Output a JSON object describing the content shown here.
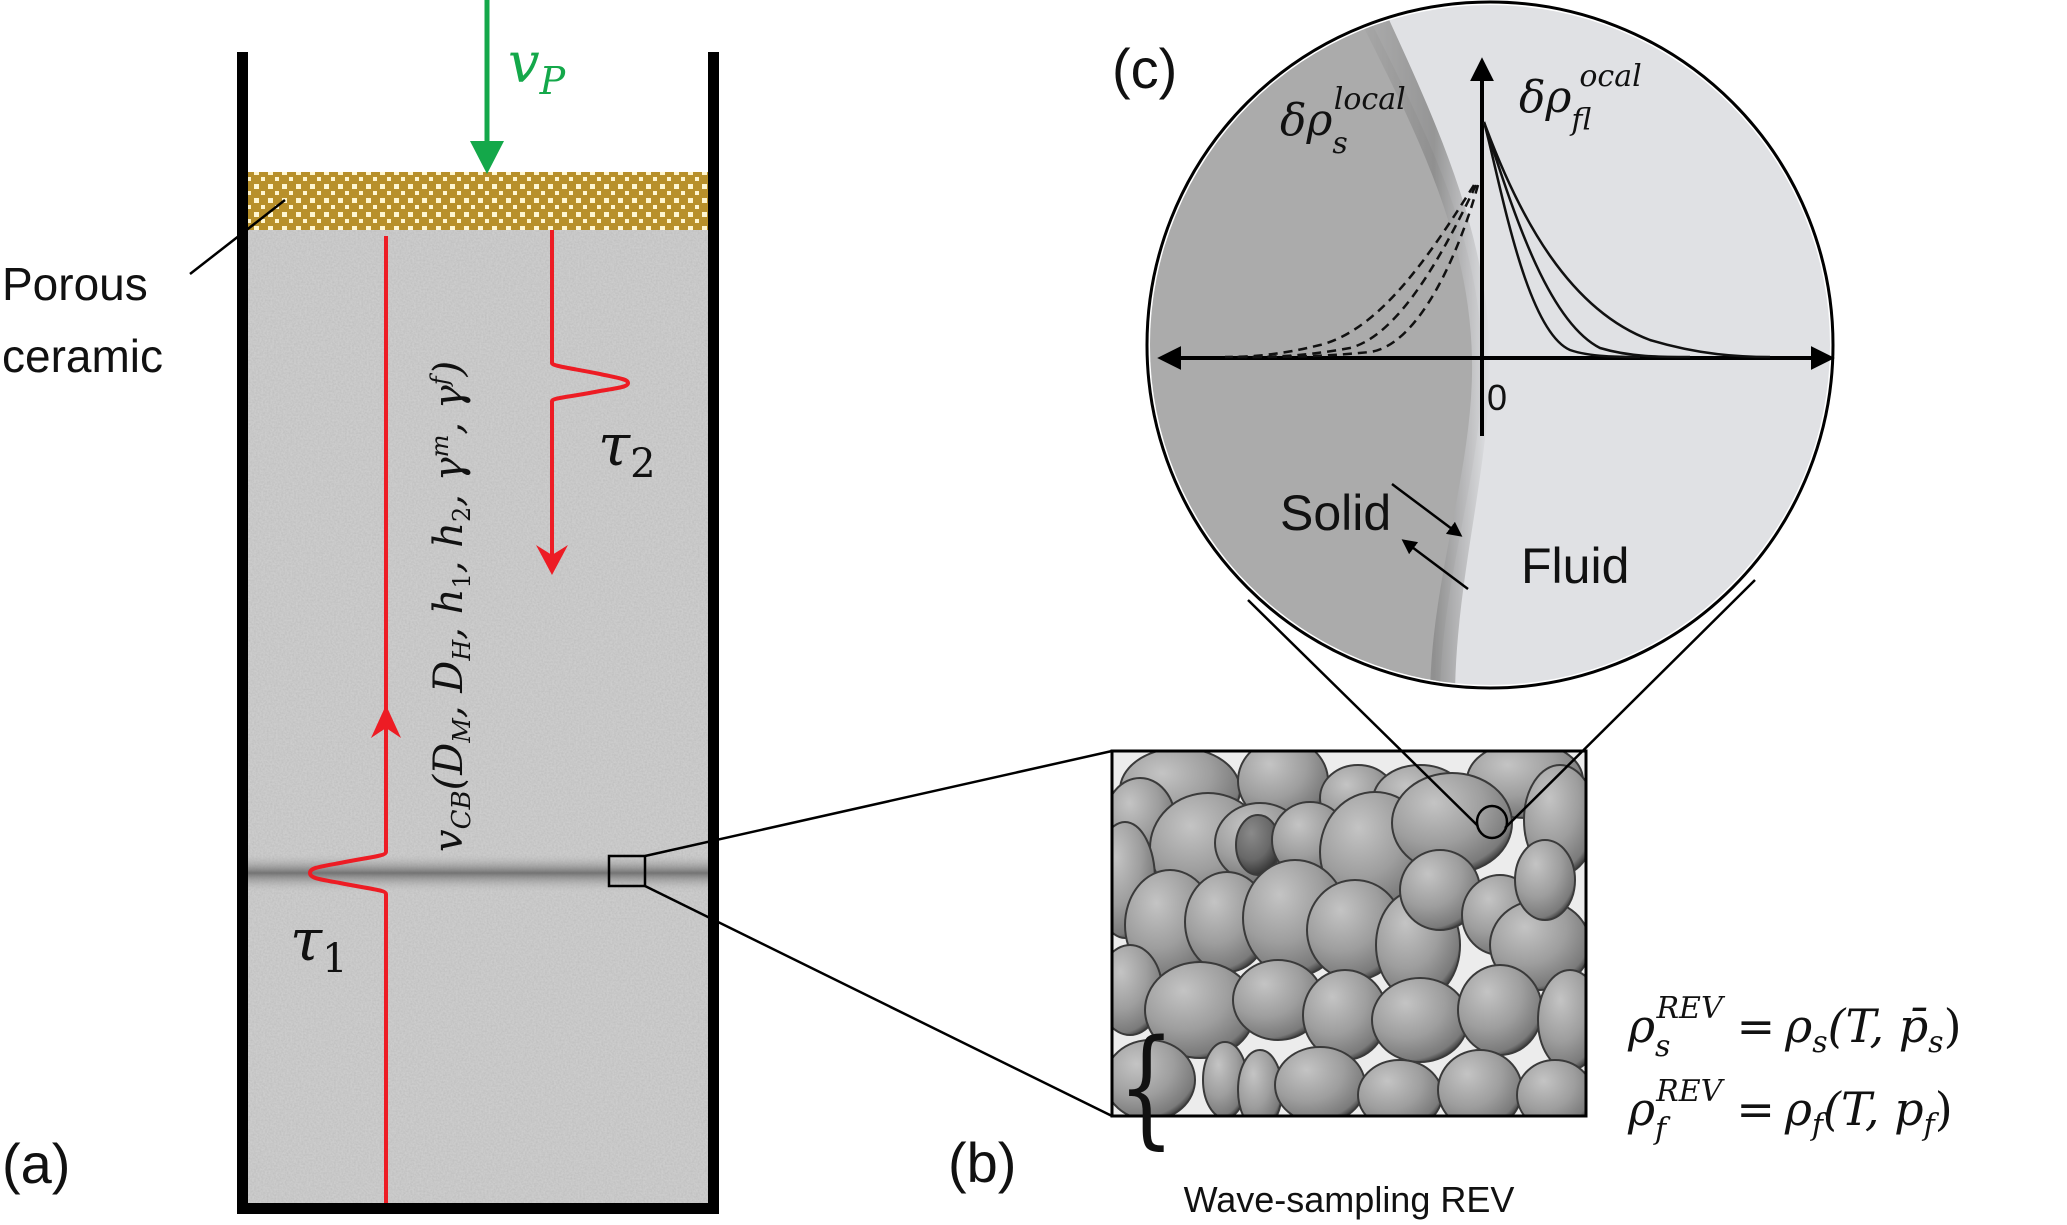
{
  "panel_a": {
    "label": "(a)",
    "porous_label_line1": "Porous",
    "porous_label_line2": "ceramic",
    "inflow_symbol": "v",
    "inflow_subscript": "P",
    "velocity_expr": {
      "base": "v",
      "sub": "CB",
      "args": "(D",
      "args_sub1": "M",
      "sep1": ", D",
      "args_sub2": "H",
      "sep2": ", h",
      "sub3": "1",
      "sep3": ", h",
      "sub4": "2",
      "sep4": ", γ",
      "sup5": "m",
      "sep5": ", γ",
      "sup6": "f",
      "close": ")"
    },
    "pulse1_symbol": "τ",
    "pulse1_sub": "1",
    "pulse2_symbol": "τ",
    "pulse2_sub": "2",
    "colors": {
      "wall": "#000000",
      "signal": "#ed1c24",
      "inflow": "#14a84a",
      "ceramic": "#b8902a",
      "ceramic_hole": "#fff6d0",
      "medium": "#c8c8c8"
    }
  },
  "panel_b": {
    "label": "(b)",
    "caption": "Wave-sampling REV",
    "equations": [
      {
        "lhs": "ρ",
        "lhs_sub": "s",
        "lhs_sup": "REV",
        "eq": "=",
        "rhs": "ρ",
        "rhs_sub": "s",
        "rhs_args": "(T, p̄",
        "rhs_args_sub": "s",
        "close": ")"
      },
      {
        "lhs": "ρ",
        "lhs_sub": "f",
        "lhs_sup": "REV",
        "eq": "=",
        "rhs": "ρ",
        "rhs_sub": "f",
        "rhs_args": "(T, p",
        "rhs_args_sub": "f",
        "close": ")"
      }
    ]
  },
  "panel_c": {
    "label": "(c)",
    "solid_label": "δρ",
    "solid_sub": "s",
    "solid_sup": "local",
    "fluid_label": "δρ",
    "fluid_sub": "f",
    "fluid_sup": "local",
    "origin_label": "0",
    "region_solid": "Solid",
    "region_fluid": "Fluid",
    "colors": {
      "solid": "#ababab",
      "fluid": "#e0e1e4"
    }
  }
}
